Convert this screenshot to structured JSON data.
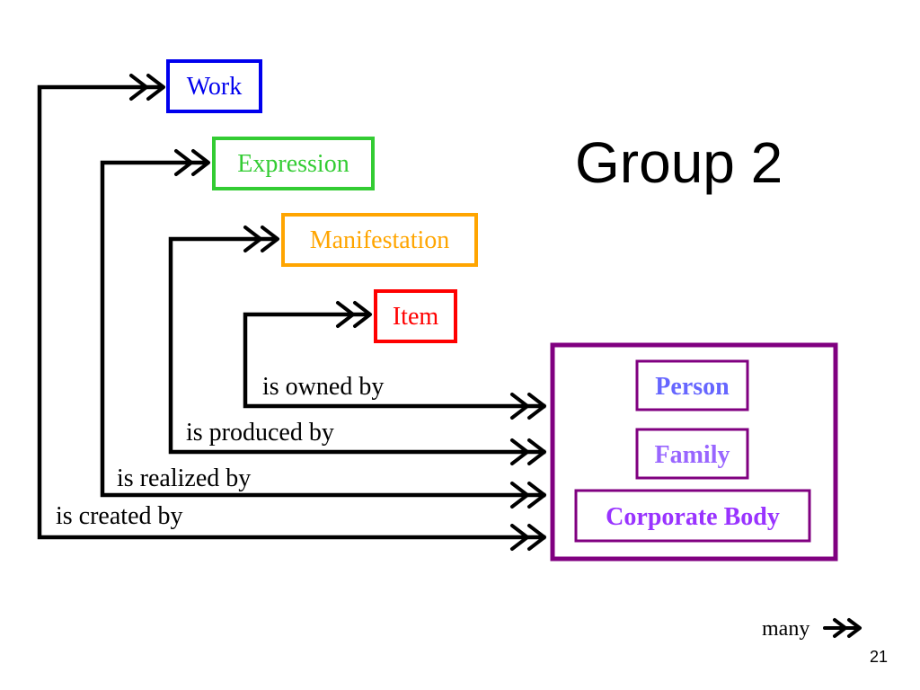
{
  "title": "Group 2",
  "page_number": "21",
  "legend": {
    "label": "many"
  },
  "group1": {
    "work": {
      "label": "Work",
      "color": "#0000ee"
    },
    "expression": {
      "label": "Expression",
      "color": "#33cc33"
    },
    "manifestation": {
      "label": "Manifestation",
      "color": "#ffa500"
    },
    "item": {
      "label": "Item",
      "color": "#ff0000"
    }
  },
  "group2": {
    "border_color": "#800080",
    "person": {
      "label": "Person",
      "text_color": "#6666ff"
    },
    "family": {
      "label": "Family",
      "text_color": "#9966ff"
    },
    "corporate_body": {
      "label": "Corporate Body",
      "text_color": "#9933ff"
    }
  },
  "relationships": {
    "owned": "is owned by",
    "produced": "is produced by",
    "realized": "is realized by",
    "created": "is created by"
  }
}
